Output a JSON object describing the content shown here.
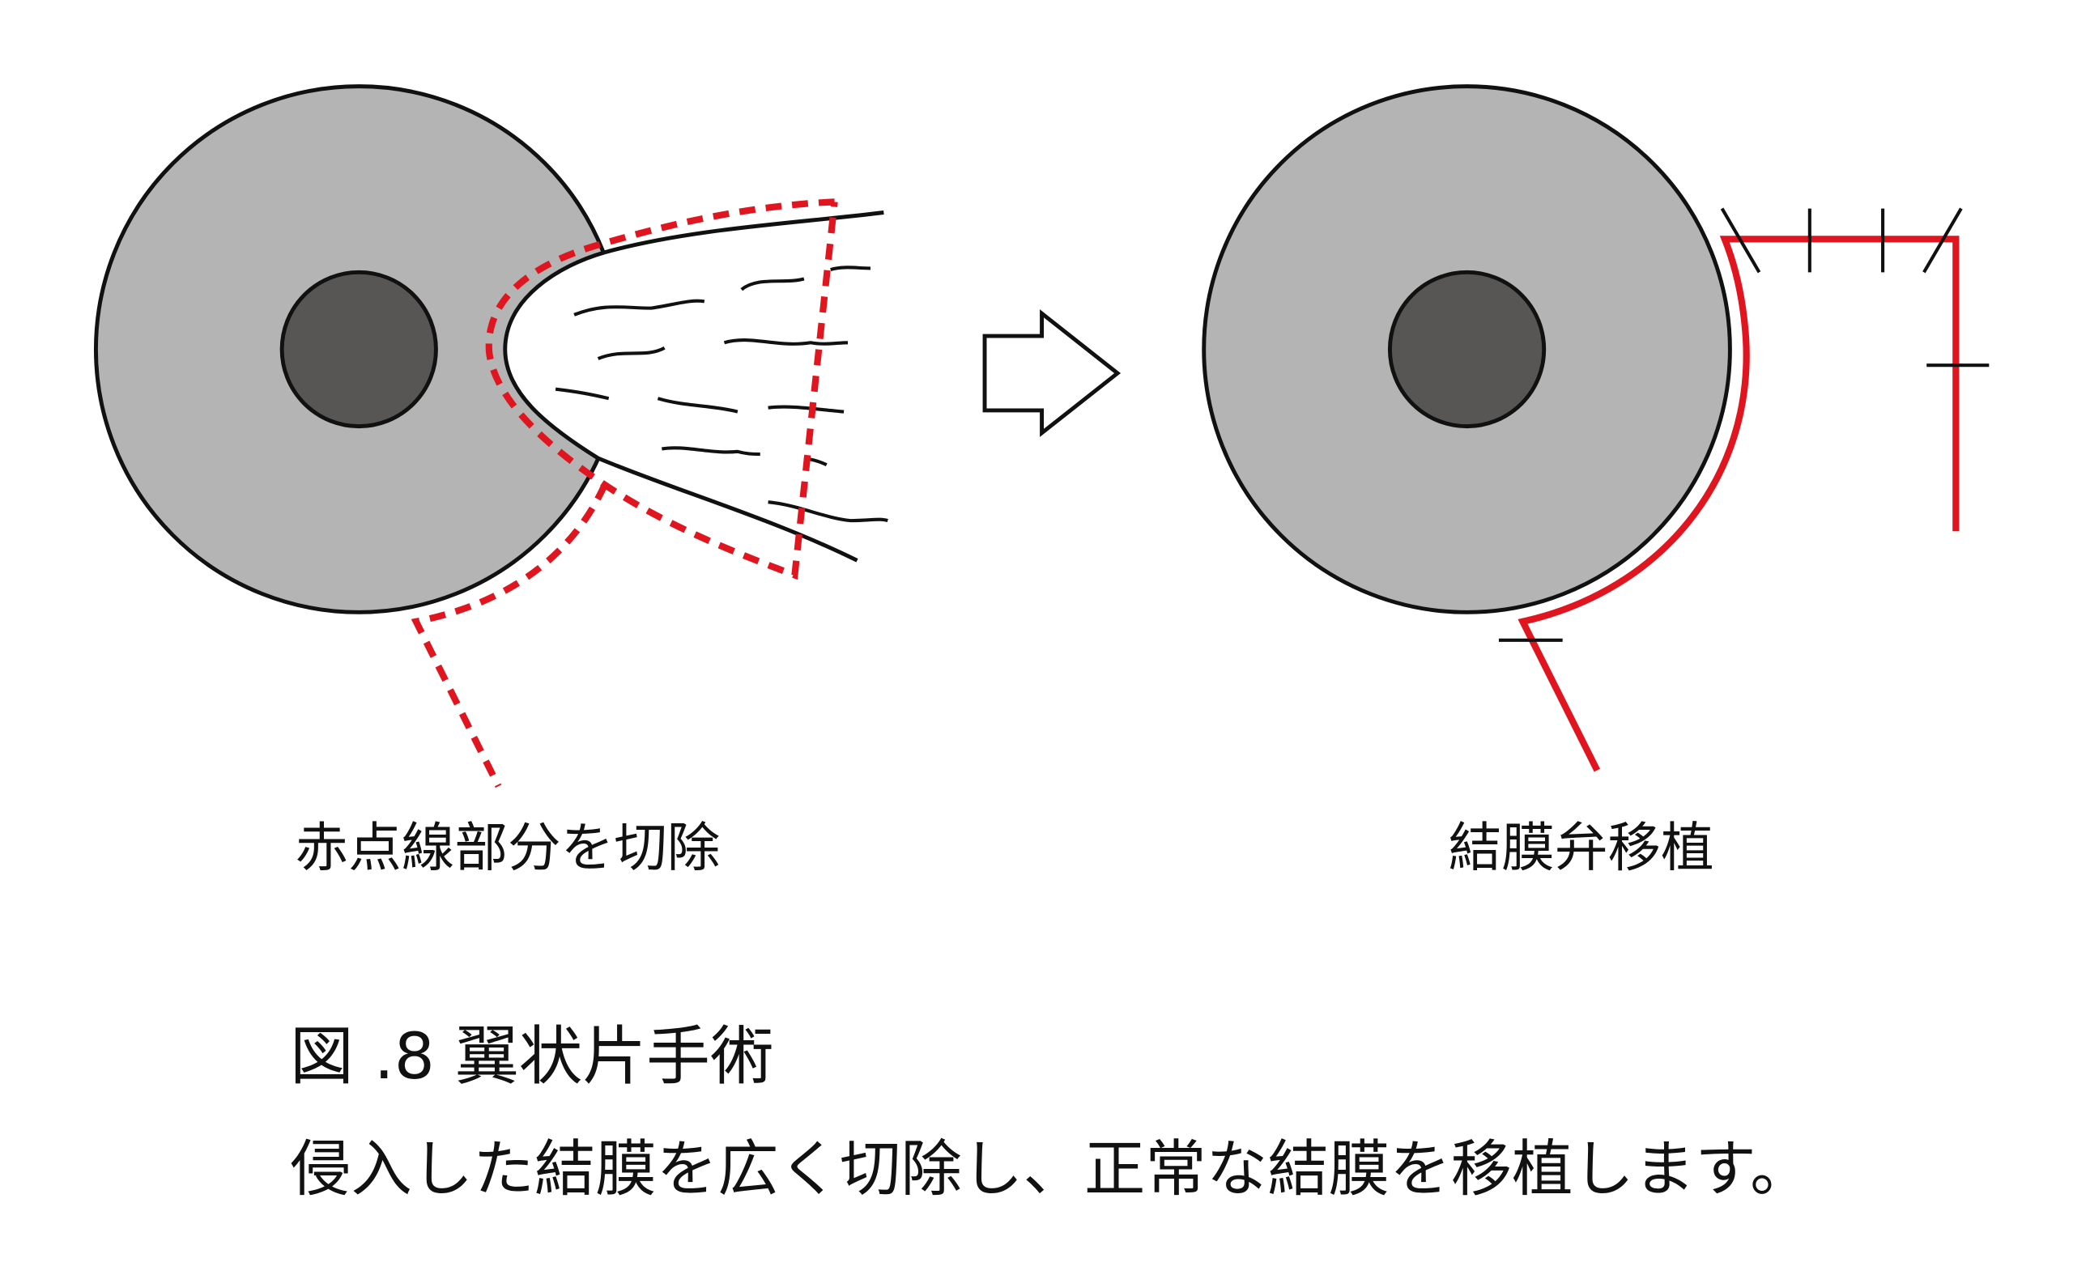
{
  "colors": {
    "cornea": "#b3b4b3",
    "pupil": "#575654",
    "cut_line": "#e0151f",
    "outline": "#111111"
  },
  "left_panel": {
    "caption": "赤点線部分を切除"
  },
  "right_panel": {
    "caption": "結膜弁移植"
  },
  "arrow_icon": "arrow-right-outline",
  "figure": {
    "title": "図 .8 翼状片手術",
    "description": "侵入した結膜を広く切除し、正常な結膜を移植します。"
  }
}
